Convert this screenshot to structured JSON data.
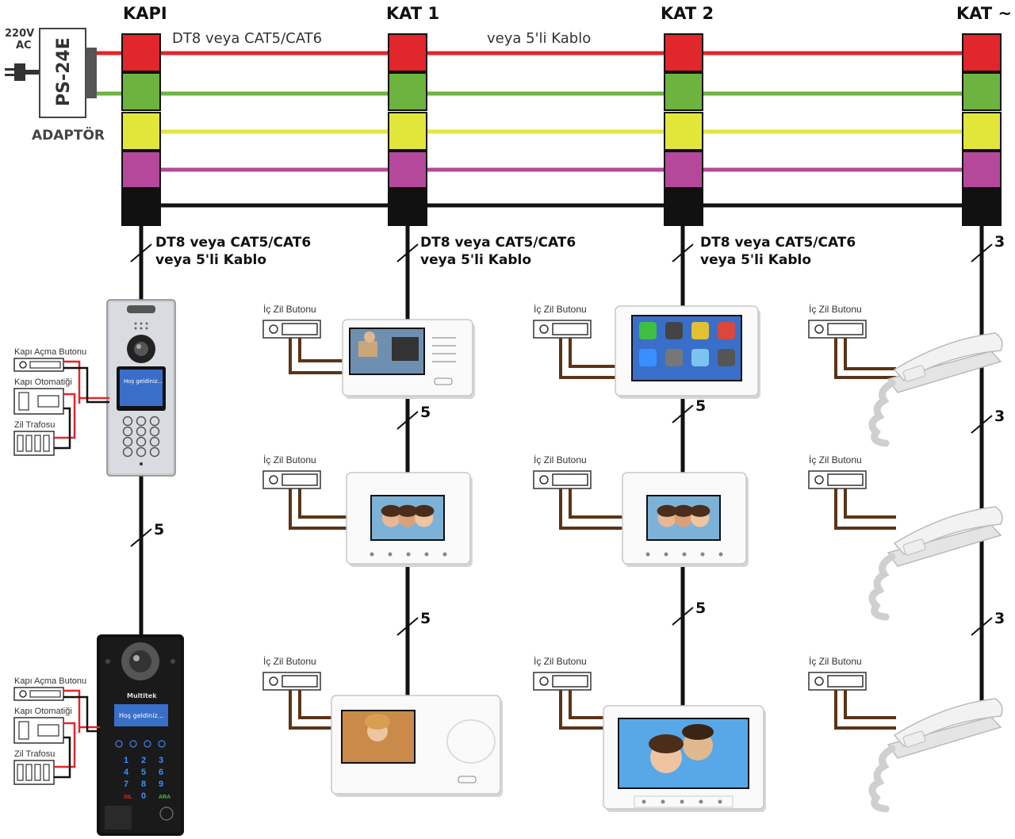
{
  "colors": {
    "red": "#e1262c",
    "green": "#6db33f",
    "yellow": "#e3e63a",
    "purple": "#b5489b",
    "black": "#111111",
    "brown": "#5a3418",
    "screen_blue": "#3a6fc9"
  },
  "headers": {
    "door": "KAPI",
    "floor1": "KAT 1",
    "floor2": "KAT 2",
    "floorn": "KAT ~"
  },
  "power": {
    "voltage": "220V",
    "ac": "AC",
    "model": "PS-24E",
    "adaptor": "ADAPTÖR"
  },
  "bus_cable": {
    "label_a": "DT8 veya CAT5/CAT6",
    "label_b": "veya 5'li Kablo"
  },
  "drop_cable": {
    "line1": "DT8 veya CAT5/CAT6",
    "line2": "veya 5'li Kablo",
    "last_count": "3"
  },
  "counts": {
    "five": "5",
    "three": "3"
  },
  "internal_bell": "İç Zil Butonu",
  "door_parts": {
    "open_button": "Kapı Açma Butonu",
    "door_lock": "Kapı Otomatiği",
    "bell_transformer": "Zil Trafosu"
  },
  "panel": {
    "welcome1": "Hoş geldiniz...",
    "welcome2": "Hoş geldiniz...",
    "brand": "Multitek",
    "keys": [
      "1",
      "2",
      "3",
      "4",
      "5",
      "6",
      "7",
      "8",
      "9",
      "SIL",
      "0",
      "ARA"
    ]
  }
}
